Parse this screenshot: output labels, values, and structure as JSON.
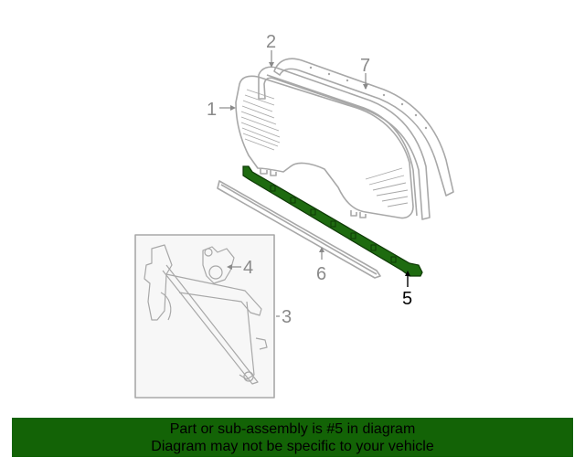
{
  "diagram": {
    "callouts": [
      {
        "id": "1",
        "label": "1"
      },
      {
        "id": "2",
        "label": "2"
      },
      {
        "id": "3",
        "label": "3"
      },
      {
        "id": "4",
        "label": "4"
      },
      {
        "id": "5",
        "label": "5",
        "highlighted": true
      },
      {
        "id": "6",
        "label": "6"
      },
      {
        "id": "7",
        "label": "7"
      }
    ],
    "highlight_color": "#1e6b10",
    "line_color": "#a8a8a8"
  },
  "banner": {
    "line1": "Part or sub-assembly is #5 in diagram",
    "line2": "Diagram may not be specific to your vehicle",
    "background": "#136306"
  }
}
